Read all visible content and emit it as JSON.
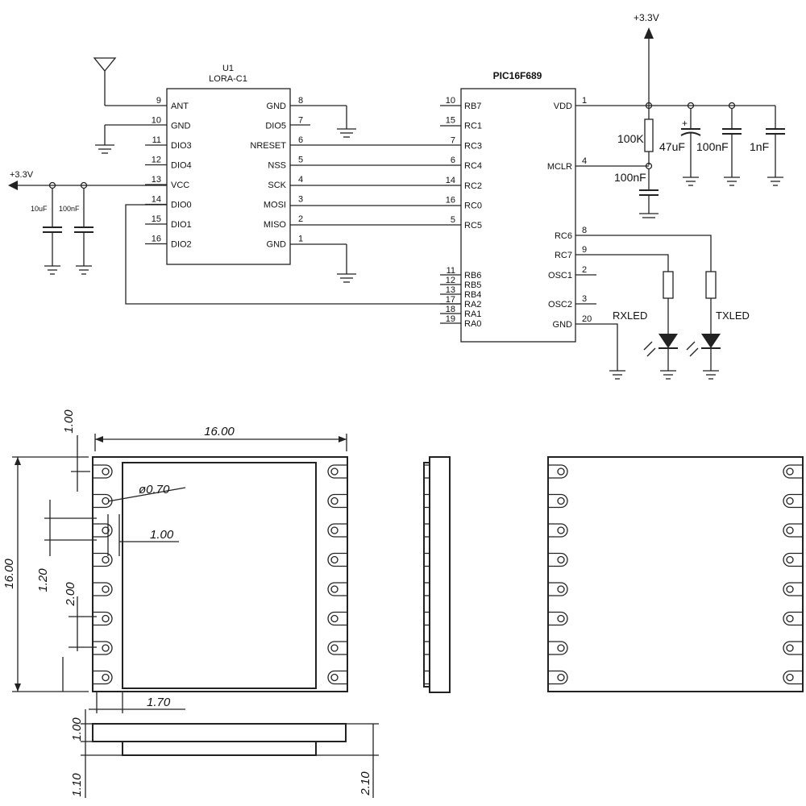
{
  "schematic": {
    "u1": {
      "ref": "U1",
      "part": "LORA-C1",
      "left_pins": [
        {
          "num": "9",
          "name": "ANT"
        },
        {
          "num": "10",
          "name": "GND"
        },
        {
          "num": "11",
          "name": "DIO3"
        },
        {
          "num": "12",
          "name": "DIO4"
        },
        {
          "num": "13",
          "name": "VCC"
        },
        {
          "num": "14",
          "name": "DIO0"
        },
        {
          "num": "15",
          "name": "DIO1"
        },
        {
          "num": "16",
          "name": "DIO2"
        }
      ],
      "right_pins": [
        {
          "num": "8",
          "name": "GND"
        },
        {
          "num": "7",
          "name": "DIO5"
        },
        {
          "num": "6",
          "name": "NRESET"
        },
        {
          "num": "5",
          "name": "NSS"
        },
        {
          "num": "4",
          "name": "SCK"
        },
        {
          "num": "3",
          "name": "MOSI"
        },
        {
          "num": "2",
          "name": "MISO"
        },
        {
          "num": "1",
          "name": "GND"
        }
      ]
    },
    "pic": {
      "part": "PIC16F689",
      "left_pins": [
        {
          "num": "10",
          "name": "RB7"
        },
        {
          "num": "15",
          "name": "RC1"
        },
        {
          "num": "7",
          "name": "RC3"
        },
        {
          "num": "6",
          "name": "RC4"
        },
        {
          "num": "14",
          "name": "RC2"
        },
        {
          "num": "16",
          "name": "RC0"
        },
        {
          "num": "5",
          "name": "RC5"
        }
      ],
      "left_bottom_pins": [
        {
          "num": "11",
          "name": "RB6"
        },
        {
          "num": "12",
          "name": "RB5"
        },
        {
          "num": "13",
          "name": "RB4"
        },
        {
          "num": "17",
          "name": "RA2"
        },
        {
          "num": "18",
          "name": "RA1"
        },
        {
          "num": "19",
          "name": "RA0"
        }
      ],
      "right_pins": [
        {
          "num": "1",
          "name": "VDD"
        },
        {
          "num": "4",
          "name": "MCLR"
        },
        {
          "num": "8",
          "name": "RC6"
        },
        {
          "num": "9",
          "name": "RC7"
        },
        {
          "num": "2",
          "name": "OSC1"
        },
        {
          "num": "3",
          "name": "OSC2"
        },
        {
          "num": "20",
          "name": "GND"
        }
      ]
    },
    "power_left": "+3.3V",
    "power_top": "+3.3V",
    "cap_left_1": "10uF",
    "cap_left_2": "100nF",
    "res_pullup": "100K",
    "cap_mclr": "100nF",
    "cap_47": "47uF",
    "cap_100n": "100nF",
    "cap_1n": "1nF",
    "rxled": "RXLED",
    "txled": "TXLED"
  },
  "mechanical": {
    "dim_width": "16.00",
    "dim_height": "16.00",
    "dim_top_edge": "1.00",
    "dim_hole": "ø0.70",
    "dim_pad": "1.00",
    "dim_pad_len": "1.20",
    "dim_pitch": "2.00",
    "dim_bottom_edge": "1.70",
    "dim_side_1": "1.00",
    "dim_side_2": "1.10",
    "dim_side_total": "2.10"
  }
}
